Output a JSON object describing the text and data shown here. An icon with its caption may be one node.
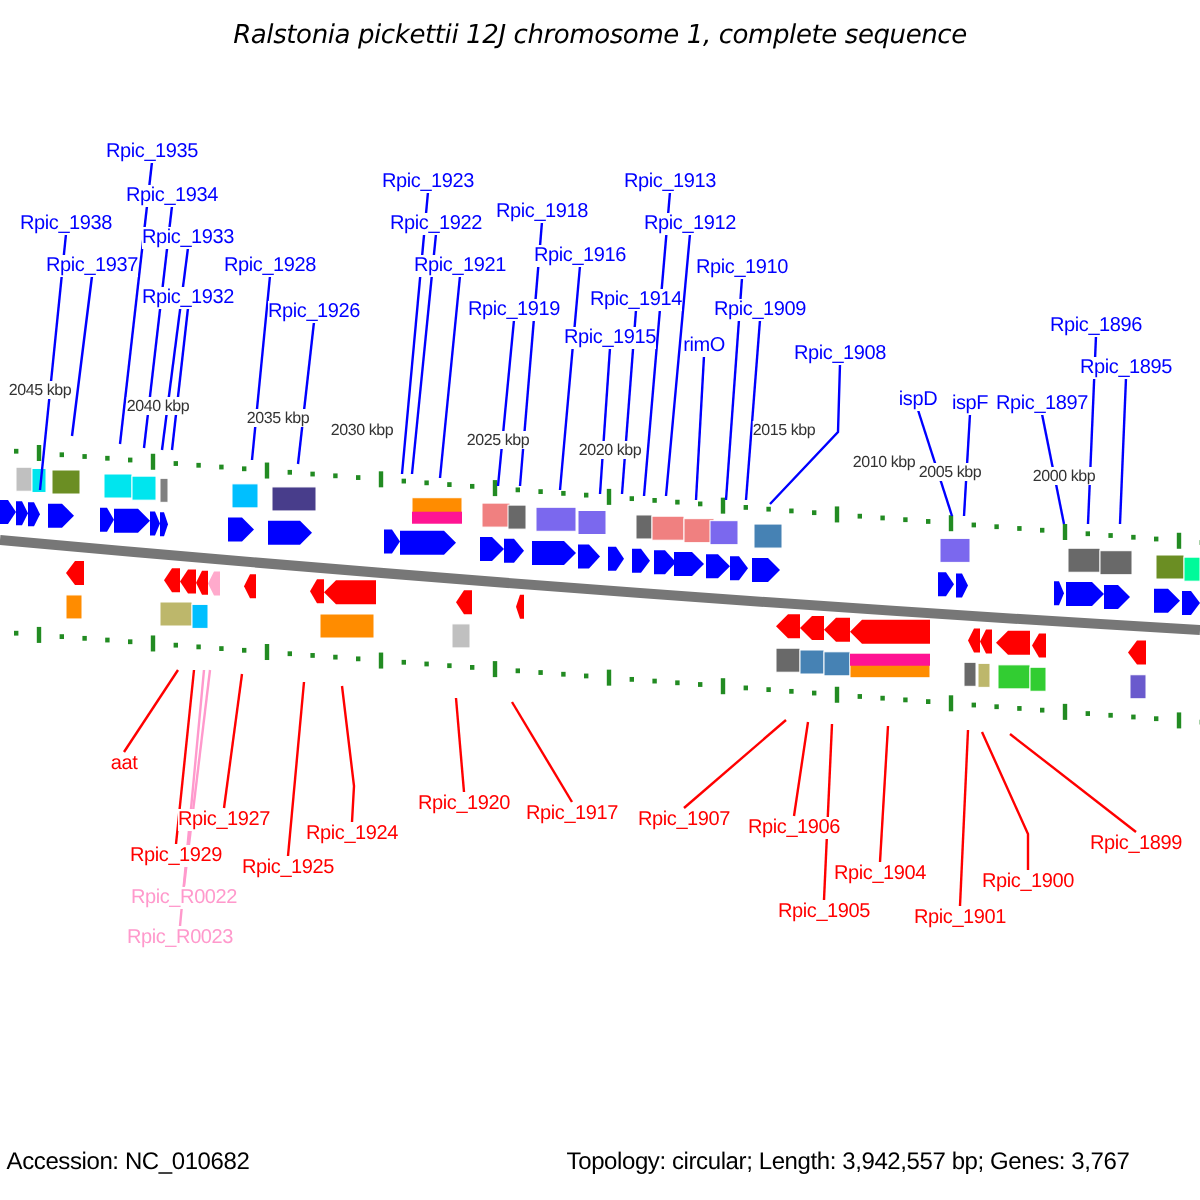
{
  "diagram": {
    "title": "Ralstonia pickettii 12J chromosome 1, complete sequence",
    "nodes": [
      {
        "text": [
          "Rpic_1938"
        ]
      },
      {
        "text": [
          "Rpic_1937"
        ]
      },
      {
        "text": [
          "Rpic_1935"
        ]
      },
      {
        "text": [
          "Rpic_1934"
        ]
      },
      {
        "text": [
          "Rpic_1933"
        ]
      },
      {
        "text": [
          "Rpic_1932"
        ]
      },
      {
        "text": [
          "Rpic_1928"
        ]
      },
      {
        "text": [
          "Rpic_1926"
        ]
      },
      {
        "text": [
          "Rpic_1923"
        ]
      },
      {
        "text": [
          "Rpic_1922"
        ]
      },
      {
        "text": [
          "Rpic_1921"
        ]
      },
      {
        "text": [
          "Rpic_1919"
        ]
      },
      {
        "text": [
          "Rpic_1918"
        ]
      },
      {
        "text": [
          "Rpic_1916"
        ]
      },
      {
        "text": [
          "Rpic_1915"
        ]
      },
      {
        "text": [
          "Rpic_1914"
        ]
      },
      {
        "text": [
          "Rpic_1913"
        ]
      },
      {
        "text": [
          "Rpic_1912"
        ]
      },
      {
        "text": [
          "rimO"
        ]
      },
      {
        "text": [
          "Rpic_1910"
        ]
      },
      {
        "text": [
          "Rpic_1909"
        ]
      },
      {
        "text": [
          "Rpic_1908"
        ]
      },
      {
        "text": [
          "ispD"
        ]
      },
      {
        "text": [
          "ispF"
        ]
      },
      {
        "text": [
          "Rpic_1897"
        ]
      },
      {
        "text": [
          "Rpic_1896"
        ]
      },
      {
        "text": [
          "Rpic_1895"
        ]
      },
      {
        "text": [
          "aat"
        ]
      },
      {
        "text": [
          "Rpic_1929"
        ]
      },
      {
        "text": [
          "Rpic_R0022"
        ]
      },
      {
        "text": [
          "Rpic_R0023"
        ]
      },
      {
        "text": [
          "Rpic_1927"
        ]
      },
      {
        "text": [
          "Rpic_1925"
        ]
      },
      {
        "text": [
          "Rpic_1924"
        ]
      },
      {
        "text": [
          "Rpic_1920"
        ]
      },
      {
        "text": [
          "Rpic_1917"
        ]
      },
      {
        "text": [
          "Rpic_1907"
        ]
      },
      {
        "text": [
          "Rpic_1906"
        ]
      },
      {
        "text": [
          "Rpic_1905"
        ]
      },
      {
        "text": [
          "Rpic_1904"
        ]
      },
      {
        "text": [
          "Rpic_1901"
        ]
      },
      {
        "text": [
          "Rpic_1900"
        ]
      },
      {
        "text": [
          "Rpic_1899"
        ]
      }
    ],
    "edges": [
      {
        "from": 0,
        "to": null,
        "arrow": "none"
      },
      {
        "from": 1,
        "to": null,
        "arrow": "none"
      },
      {
        "from": 2,
        "to": null,
        "arrow": "none"
      },
      {
        "from": 3,
        "to": null,
        "arrow": "none"
      },
      {
        "from": 4,
        "to": null,
        "arrow": "none"
      },
      {
        "from": 5,
        "to": null,
        "arrow": "none"
      },
      {
        "from": 6,
        "to": null,
        "arrow": "none"
      },
      {
        "from": 7,
        "to": null,
        "arrow": "none"
      },
      {
        "from": 8,
        "to": null,
        "arrow": "none"
      },
      {
        "from": 9,
        "to": null,
        "arrow": "none"
      },
      {
        "from": 10,
        "to": null,
        "arrow": "none"
      },
      {
        "from": 11,
        "to": null,
        "arrow": "none"
      },
      {
        "from": 12,
        "to": null,
        "arrow": "none"
      },
      {
        "from": 13,
        "to": null,
        "arrow": "none"
      },
      {
        "from": 14,
        "to": null,
        "arrow": "none"
      },
      {
        "from": 15,
        "to": null,
        "arrow": "none"
      },
      {
        "from": 16,
        "to": null,
        "arrow": "none"
      },
      {
        "from": 17,
        "to": null,
        "arrow": "none"
      },
      {
        "from": 18,
        "to": null,
        "arrow": "none"
      },
      {
        "from": 19,
        "to": null,
        "arrow": "none"
      },
      {
        "from": 20,
        "to": null,
        "arrow": "none"
      },
      {
        "from": 21,
        "to": null,
        "arrow": "none"
      },
      {
        "from": 22,
        "to": null,
        "arrow": "none"
      },
      {
        "from": 23,
        "to": null,
        "arrow": "none"
      },
      {
        "from": 24,
        "to": null,
        "arrow": "none"
      },
      {
        "from": 25,
        "to": null,
        "arrow": "none"
      },
      {
        "from": 26,
        "to": null,
        "arrow": "none"
      },
      {
        "from": 27,
        "to": null,
        "arrow": "none",
        "color": "#ff0000"
      },
      {
        "from": 28,
        "to": null,
        "arrow": "none",
        "color": "#ff0000"
      },
      {
        "from": 29,
        "to": null,
        "arrow": "none",
        "color": "#ff99cc"
      },
      {
        "from": 30,
        "to": null,
        "arrow": "none",
        "color": "#ff99cc"
      },
      {
        "from": 31,
        "to": null,
        "arrow": "none",
        "color": "#ff0000"
      },
      {
        "from": 32,
        "to": null,
        "arrow": "none",
        "color": "#ff0000"
      },
      {
        "from": 33,
        "to": null,
        "arrow": "none",
        "color": "#ff0000"
      },
      {
        "from": 34,
        "to": null,
        "arrow": "none",
        "color": "#ff0000"
      },
      {
        "from": 35,
        "to": null,
        "arrow": "none",
        "color": "#ff0000"
      },
      {
        "from": 36,
        "to": null,
        "arrow": "none",
        "color": "#ff0000"
      },
      {
        "from": 37,
        "to": null,
        "arrow": "none",
        "color": "#ff0000"
      },
      {
        "from": 38,
        "to": null,
        "arrow": "none",
        "color": "#ff0000"
      },
      {
        "from": 39,
        "to": null,
        "arrow": "none",
        "color": "#ff0000"
      },
      {
        "from": 40,
        "to": null,
        "arrow": "none",
        "color": "#ff0000"
      },
      {
        "from": 41,
        "to": null,
        "arrow": "none",
        "color": "#ff0000"
      },
      {
        "from": 42,
        "to": null,
        "arrow": "none",
        "color": "#ff0000"
      }
    ],
    "labels": [
      "2045 kbp",
      "2040 kbp",
      "2035 kbp",
      "2030 kbp",
      "2025 kbp",
      "2020 kbp",
      "2015 kbp",
      "2010 kbp",
      "2005 kbp",
      "2000 kbp",
      "Accession: NC_010682",
      "Topology: circular; Length: 3,942,557 bp; Genes: 3,767"
    ]
  }
}
